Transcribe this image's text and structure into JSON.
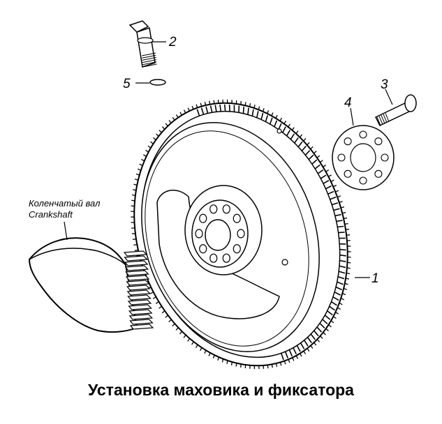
{
  "labels": {
    "part_1": "1",
    "part_2": "2",
    "part_3": "3",
    "part_4": "4",
    "part_5": "5",
    "crankshaft_ru": "Коленчатый вал",
    "crankshaft_en": "Crankshaft"
  },
  "caption": "Установка маховика и фиксатора",
  "colors": {
    "line": "#000000",
    "background": "#ffffff",
    "shade": "#d9d9d9"
  }
}
